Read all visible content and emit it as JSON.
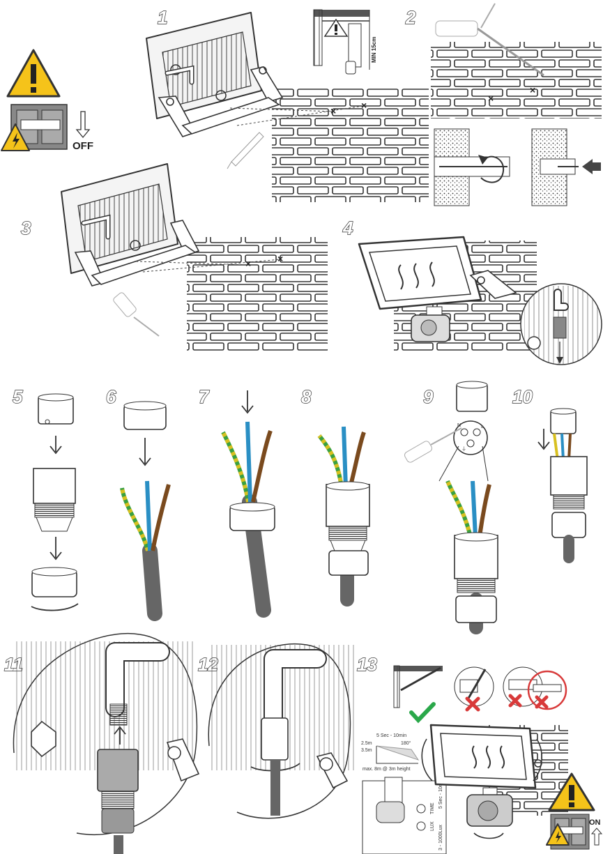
{
  "steps": [
    {
      "number": "1"
    },
    {
      "number": "2"
    },
    {
      "number": "3"
    },
    {
      "number": "4"
    },
    {
      "number": "5"
    },
    {
      "number": "6"
    },
    {
      "number": "7"
    },
    {
      "number": "8"
    },
    {
      "number": "9"
    },
    {
      "number": "10"
    },
    {
      "number": "11"
    },
    {
      "number": "12"
    },
    {
      "number": "13"
    }
  ],
  "labels": {
    "off": "OFF",
    "on": "ON",
    "min_distance": "MIN 15cm",
    "time_range_top": "5 Sec - 10min",
    "angle": "180°",
    "height_a": "2.5m",
    "height_b": "3.5m",
    "detection_range": "max. 8m @ 3m height",
    "time_knob": "TIME",
    "lux_knob": "LUX",
    "lux_range": "3 - 1000Lux",
    "time_range_side": "5 Sec - 10min",
    "terminal_n": "N",
    "terminal_l": "L",
    "terminal_earth": "⏚",
    "mark": "×"
  },
  "colors": {
    "warning_yellow": "#f5c31a",
    "check_green": "#2aa84a",
    "cross_red": "#d83a3a",
    "wire_brown": "#7a4a1e",
    "wire_blue": "#2a8fc4",
    "wire_yellow": "#d8c020",
    "wire_green": "#3aa040",
    "cable_grey": "#666666"
  },
  "icons": [
    "warning-icon",
    "electric-hazard-icon",
    "switch-off-icon",
    "switch-on-icon",
    "check-icon",
    "cross-icon",
    "arrow-down-icon",
    "rotate-arrow-icon",
    "screwdriver-icon",
    "drill-icon"
  ]
}
